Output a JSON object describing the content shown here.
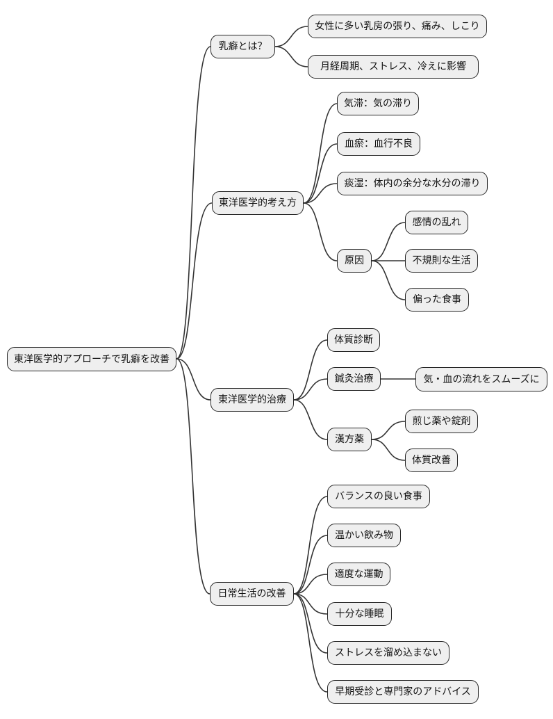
{
  "mindmap": {
    "style": {
      "background": "#ffffff",
      "node_fill": "#efefef",
      "node_border": "#262626",
      "line_color": "#333333",
      "text_color": "#111111"
    },
    "root": {
      "label": "東洋医学的アプローチで乳癖を改善"
    },
    "branches": [
      {
        "label": "乳癖とは？",
        "children": [
          {
            "label": "女性に多い乳房の張り、痛み、しこり"
          },
          {
            "label": "月経周期、ストレス、冷えに影響"
          }
        ]
      },
      {
        "label": "東洋医学的考え方",
        "children": [
          {
            "label": "気滞：気の滞り"
          },
          {
            "label": "血瘀：血行不良"
          },
          {
            "label": "痰湿：体内の余分な水分の滞り"
          },
          {
            "label": "原因",
            "children": [
              {
                "label": "感情の乱れ"
              },
              {
                "label": "不規則な生活"
              },
              {
                "label": "偏った食事"
              }
            ]
          }
        ]
      },
      {
        "label": "東洋医学的治療",
        "children": [
          {
            "label": "体質診断"
          },
          {
            "label": "鍼灸治療",
            "children": [
              {
                "label": "気・血の流れをスムーズに"
              }
            ]
          },
          {
            "label": "漢方薬",
            "children": [
              {
                "label": "煎じ薬や錠剤"
              },
              {
                "label": "体質改善"
              }
            ]
          }
        ]
      },
      {
        "label": "日常生活の改善",
        "children": [
          {
            "label": "バランスの良い食事"
          },
          {
            "label": "温かい飲み物"
          },
          {
            "label": "適度な運動"
          },
          {
            "label": "十分な睡眠"
          },
          {
            "label": "ストレスを溜め込まない"
          },
          {
            "label": "早期受診と専門家のアドバイス"
          }
        ]
      }
    ]
  }
}
